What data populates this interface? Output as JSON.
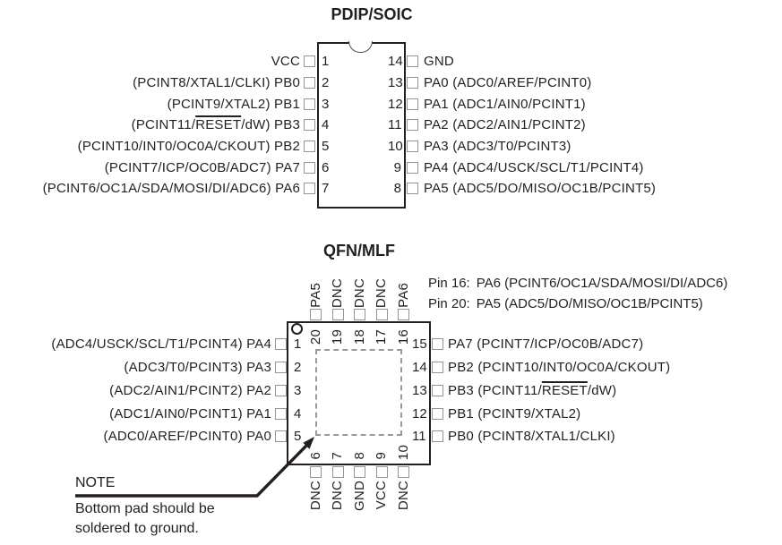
{
  "colors": {
    "ink": "#231f20",
    "pad": "#939598",
    "dash": "#98999b"
  },
  "pdip": {
    "title": "PDIP/SOIC",
    "left_pins": [
      {
        "num": "1",
        "parts": [
          "VCC"
        ]
      },
      {
        "num": "2",
        "parts": [
          "(PCINT8/XTAL1/CLKI) PB0"
        ]
      },
      {
        "num": "3",
        "parts": [
          "(PCINT9/XTAL2) PB1"
        ]
      },
      {
        "num": "4",
        "parts": [
          "(PCINT11/",
          {
            "text": "RESET",
            "overline": true
          },
          "/dW) PB3"
        ]
      },
      {
        "num": "5",
        "parts": [
          "(PCINT10/INT0/OC0A/CKOUT) PB2"
        ]
      },
      {
        "num": "6",
        "parts": [
          "(PCINT7/ICP/OC0B/ADC7) PA7"
        ]
      },
      {
        "num": "7",
        "parts": [
          "(PCINT6/OC1A/SDA/MOSI/DI/ADC6) PA6"
        ]
      }
    ],
    "right_pins": [
      {
        "num": "14",
        "parts": [
          "GND"
        ]
      },
      {
        "num": "13",
        "parts": [
          "PA0 (ADC0/AREF/PCINT0)"
        ]
      },
      {
        "num": "12",
        "parts": [
          "PA1 (ADC1/AIN0/PCINT1)"
        ]
      },
      {
        "num": "11",
        "parts": [
          "PA2 (ADC2/AIN1/PCINT2)"
        ]
      },
      {
        "num": "10",
        "parts": [
          "PA3 (ADC3/T0/PCINT3)"
        ]
      },
      {
        "num": "9",
        "parts": [
          "PA4 (ADC4/USCK/SCL/T1/PCINT4)"
        ]
      },
      {
        "num": "8",
        "parts": [
          "PA5 (ADC5/DO/MISO/OC1B/PCINT5)"
        ]
      }
    ]
  },
  "qfn": {
    "title": "QFN/MLF",
    "notes": [
      {
        "prefix": "Pin 16:",
        "text": "PA6 (PCINT6/OC1A/SDA/MOSI/DI/ADC6)"
      },
      {
        "prefix": "Pin 20:",
        "text": "PA5 (ADC5/DO/MISO/OC1B/PCINT5)"
      }
    ],
    "left_pins": [
      {
        "num": "1",
        "parts": [
          "(ADC4/USCK/SCL/T1/PCINT4) PA4"
        ]
      },
      {
        "num": "2",
        "parts": [
          "(ADC3/T0/PCINT3) PA3"
        ]
      },
      {
        "num": "3",
        "parts": [
          "(ADC2/AIN1/PCINT2) PA2"
        ]
      },
      {
        "num": "4",
        "parts": [
          "(ADC1/AIN0/PCINT1) PA1"
        ]
      },
      {
        "num": "5",
        "parts": [
          "(ADC0/AREF/PCINT0) PA0"
        ]
      }
    ],
    "right_pins": [
      {
        "num": "15",
        "parts": [
          "PA7 (PCINT7/ICP/OC0B/ADC7)"
        ]
      },
      {
        "num": "14",
        "parts": [
          "PB2 (PCINT10/INT0/OC0A/CKOUT)"
        ]
      },
      {
        "num": "13",
        "parts": [
          "PB3 (PCINT11/",
          {
            "text": "RESET",
            "overline": true
          },
          "/dW)"
        ]
      },
      {
        "num": "12",
        "parts": [
          "PB1 (PCINT9/XTAL2)"
        ]
      },
      {
        "num": "11",
        "parts": [
          "PB0 (PCINT8/XTAL1/CLKI)"
        ]
      }
    ],
    "top_pins": [
      {
        "num": "20",
        "label": "PA5"
      },
      {
        "num": "19",
        "label": "DNC"
      },
      {
        "num": "18",
        "label": "DNC"
      },
      {
        "num": "17",
        "label": "DNC"
      },
      {
        "num": "16",
        "label": "PA6"
      }
    ],
    "bottom_pins": [
      {
        "num": "6",
        "label": "DNC"
      },
      {
        "num": "7",
        "label": "DNC"
      },
      {
        "num": "8",
        "label": "GND"
      },
      {
        "num": "9",
        "label": "VCC"
      },
      {
        "num": "10",
        "label": "DNC"
      }
    ]
  },
  "note": {
    "title": "NOTE",
    "line1": "Bottom pad should be",
    "line2": "soldered to ground."
  }
}
